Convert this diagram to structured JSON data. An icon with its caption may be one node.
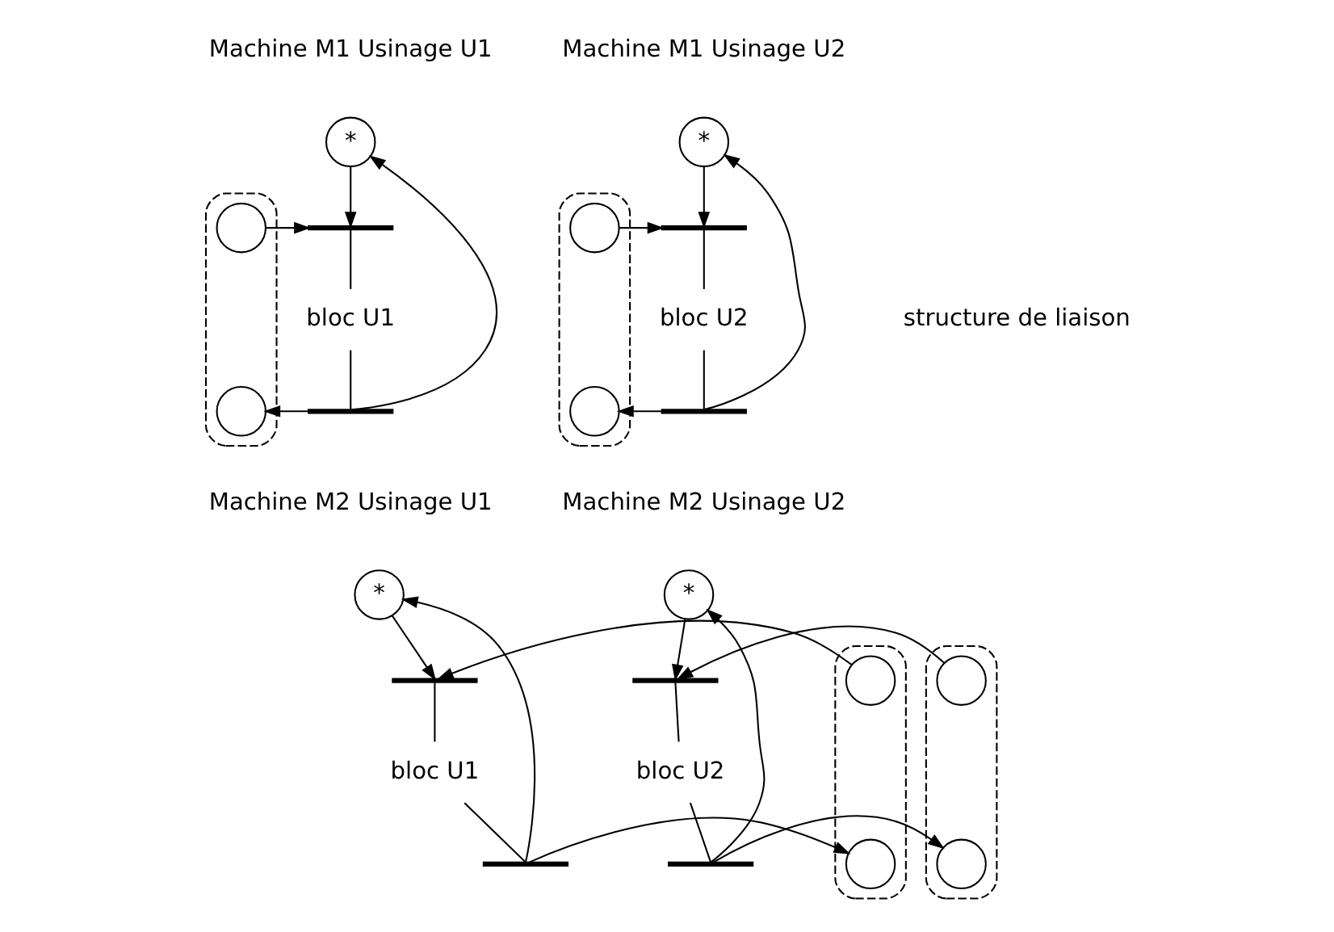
{
  "diagram": {
    "nodes": [
      {
        "text": [],
        "shape": "box"
      },
      {
        "text": [],
        "shape": "circle",
        "in": 0
      },
      {
        "text": [],
        "shape": "circle",
        "in": 0
      },
      {
        "text": [
          "*"
        ]
      },
      {
        "text": [],
        "shape": "bar"
      },
      {
        "text": [
          "bloc U1"
        ]
      },
      {
        "text": [],
        "shape": "bar"
      },
      {
        "text": [],
        "shape": "box"
      },
      {
        "text": [],
        "shape": "circle",
        "in": 7
      },
      {
        "text": [],
        "shape": "circle",
        "in": 7
      },
      {
        "text": [
          "*"
        ]
      },
      {
        "text": [],
        "shape": "bar"
      },
      {
        "text": [
          "bloc U2"
        ]
      },
      {
        "text": [],
        "shape": "bar"
      },
      {
        "text": [],
        "shape": "box"
      },
      {
        "text": [],
        "shape": "circle",
        "in": 14
      },
      {
        "text": [],
        "shape": "circle",
        "in": 14
      },
      {
        "text": [
          "*"
        ]
      },
      {
        "text": [],
        "shape": "bar"
      },
      {
        "text": [
          "bloc U1"
        ]
      },
      {
        "text": [],
        "shape": "bar"
      },
      {
        "text": [],
        "shape": "box"
      },
      {
        "text": [],
        "shape": "circle",
        "in": 21
      },
      {
        "text": [],
        "shape": "circle",
        "in": 21
      },
      {
        "text": [
          "*"
        ]
      },
      {
        "text": [],
        "shape": "bar"
      },
      {
        "text": [
          "bloc U2"
        ]
      },
      {
        "text": [],
        "shape": "bar"
      }
    ],
    "edges": [
      {
        "from": 1,
        "to": 4,
        "arrow": "to"
      },
      {
        "from": 3,
        "to": 4,
        "arrow": "to"
      },
      {
        "from": 4,
        "to": 5,
        "arrow": "none"
      },
      {
        "from": 5,
        "to": 6,
        "arrow": "none"
      },
      {
        "from": 6,
        "to": 2,
        "arrow": "to"
      },
      {
        "from": 6,
        "to": 3,
        "arrow": "to"
      },
      {
        "from": 8,
        "to": 11,
        "arrow": "to"
      },
      {
        "from": 10,
        "to": 11,
        "arrow": "to"
      },
      {
        "from": 11,
        "to": 12,
        "arrow": "none"
      },
      {
        "from": 12,
        "to": 13,
        "arrow": "none"
      },
      {
        "from": 13,
        "to": 9,
        "arrow": "to"
      },
      {
        "from": 13,
        "to": 10,
        "arrow": "to"
      },
      {
        "from": 15,
        "to": 18,
        "arrow": "to"
      },
      {
        "from": 17,
        "to": 18,
        "arrow": "to"
      },
      {
        "from": 18,
        "to": 19,
        "arrow": "none"
      },
      {
        "from": 19,
        "to": 20,
        "arrow": "none"
      },
      {
        "from": 20,
        "to": 16,
        "arrow": "to"
      },
      {
        "from": 20,
        "to": 17,
        "arrow": "to"
      },
      {
        "from": 22,
        "to": 25,
        "arrow": "to"
      },
      {
        "from": 24,
        "to": 25,
        "arrow": "to"
      },
      {
        "from": 25,
        "to": 26,
        "arrow": "none"
      },
      {
        "from": 26,
        "to": 27,
        "arrow": "none"
      },
      {
        "from": 27,
        "to": 23,
        "arrow": "to"
      },
      {
        "from": 27,
        "to": 24,
        "arrow": "to"
      }
    ],
    "labels": [
      "Machine M1 Usinage U1",
      "Machine M1 Usinage U2",
      "structure de liaison",
      "Machine M2 Usinage U1",
      "Machine M2 Usinage U2"
    ]
  }
}
